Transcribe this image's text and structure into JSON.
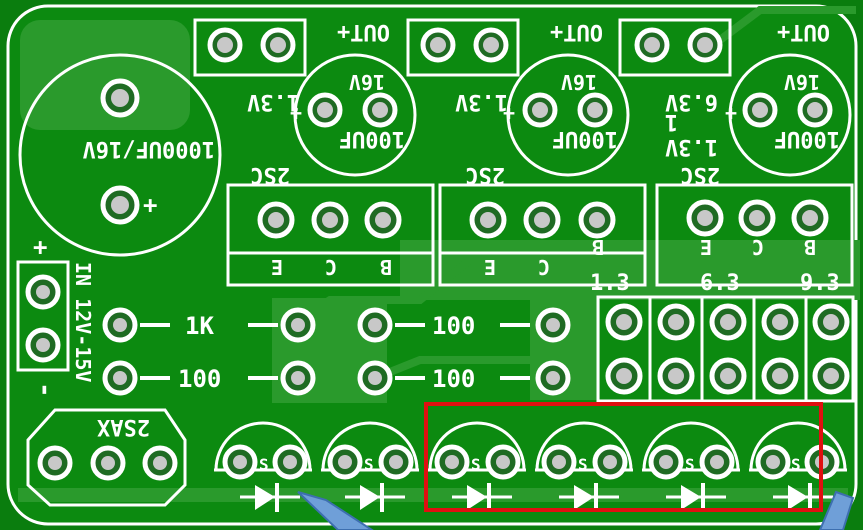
{
  "colors": {
    "board": "#0c8a10",
    "trace": "#2a9a2c",
    "silkscreen": "#ffffff",
    "pad_ring": "#1f6b23",
    "pad_hole": "#c8c8c8",
    "highlight_box": "#e01010",
    "arrow": "#6f9fd8"
  },
  "silkscreen": {
    "out_label": "OUT+",
    "v_1_3": "1.3V",
    "v_1_3_alt": "1.3V",
    "v_6_3": "6.3V",
    "v_1_3_b": "1.3V",
    "one": "1",
    "cap_small": "100UF",
    "cap_voltage": "16V",
    "cap_big": "1000UF/16V",
    "transistor": "2SC",
    "pin_e": "E",
    "pin_c": "C",
    "pin_b": "B",
    "sel_1_3": "1.3",
    "sel_6_3": "6.3",
    "sel_9_3": "9.3",
    "resistor_1k": "1K",
    "resistor_100": "100",
    "input_label": "IN 12V-15V",
    "plus": "+",
    "minus": "-",
    "regulator": "2SAX",
    "led_mark": "S"
  }
}
